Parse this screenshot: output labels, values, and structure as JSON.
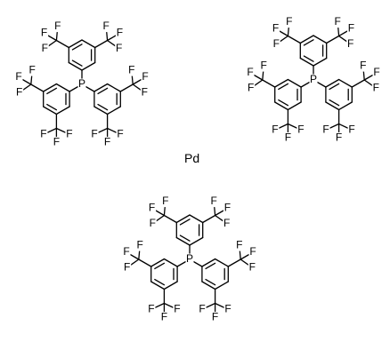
{
  "structure": {
    "metal": "Pd",
    "ligands": [
      {
        "phosphorus": "P",
        "fluorine": "F"
      },
      {
        "phosphorus": "P",
        "fluorine": "F"
      },
      {
        "phosphorus": "P",
        "fluorine": "F"
      }
    ]
  }
}
